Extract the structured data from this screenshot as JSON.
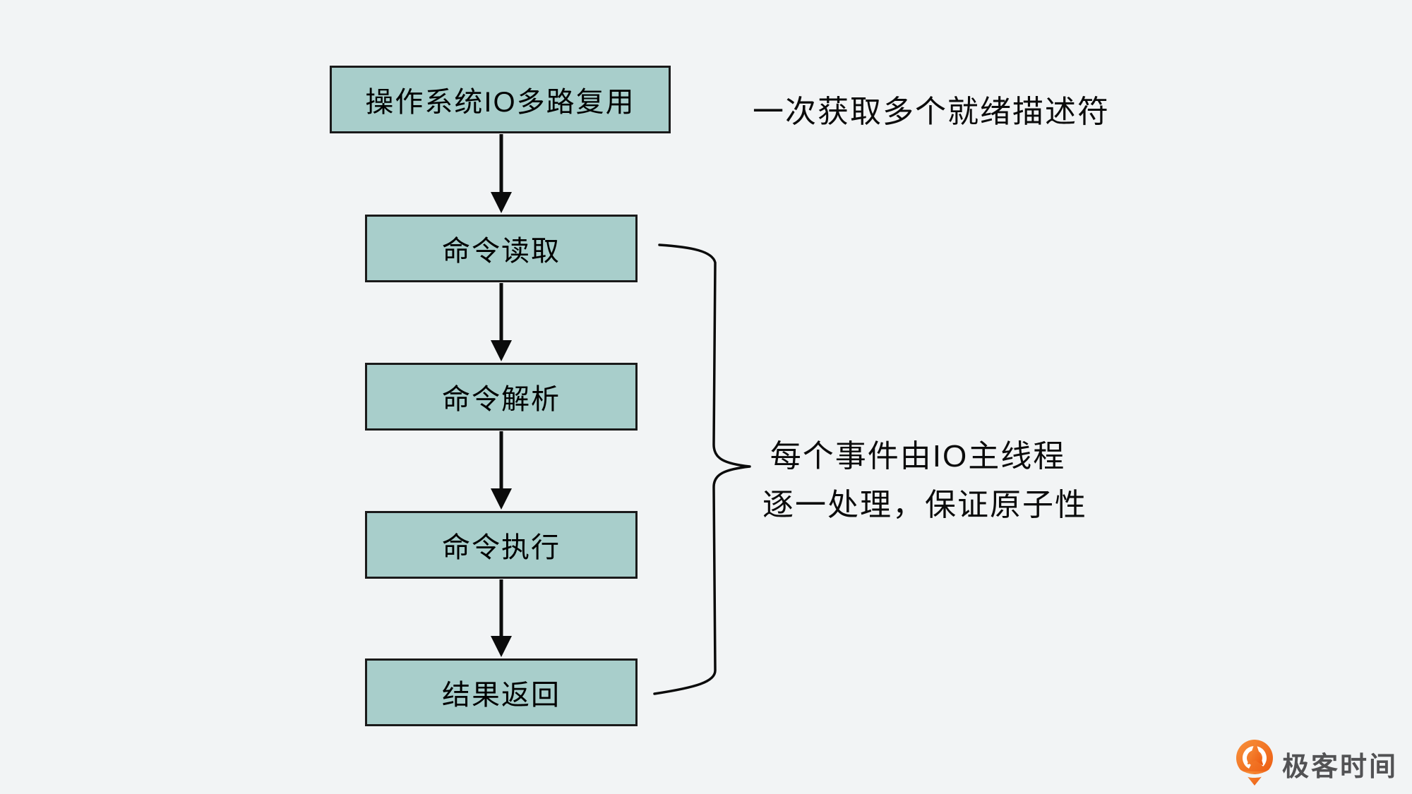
{
  "diagram": {
    "title_hint": "Redis IO multiplexing command flow",
    "colors": {
      "background": "#f2f4f5",
      "node_fill": "#a8cecb",
      "node_border": "#1a1a1a",
      "connector": "#0b0b0b",
      "brand_orange": "#ee5f17",
      "brand_text_gray": "#525254"
    },
    "nodes": [
      {
        "id": "os-io-multiplexing",
        "label": "操作系统IO多路复用"
      },
      {
        "id": "command-read",
        "label": "命令读取"
      },
      {
        "id": "command-parse",
        "label": "命令解析"
      },
      {
        "id": "command-execute",
        "label": "命令执行"
      },
      {
        "id": "result-return",
        "label": "结果返回"
      }
    ],
    "annotations": {
      "top": "一次获取多个就绪描述符",
      "brace_line1": "每个事件由IO主线程",
      "brace_line2": "逐一处理，保证原子性"
    }
  },
  "branding": {
    "logo_text": "极客时间"
  }
}
